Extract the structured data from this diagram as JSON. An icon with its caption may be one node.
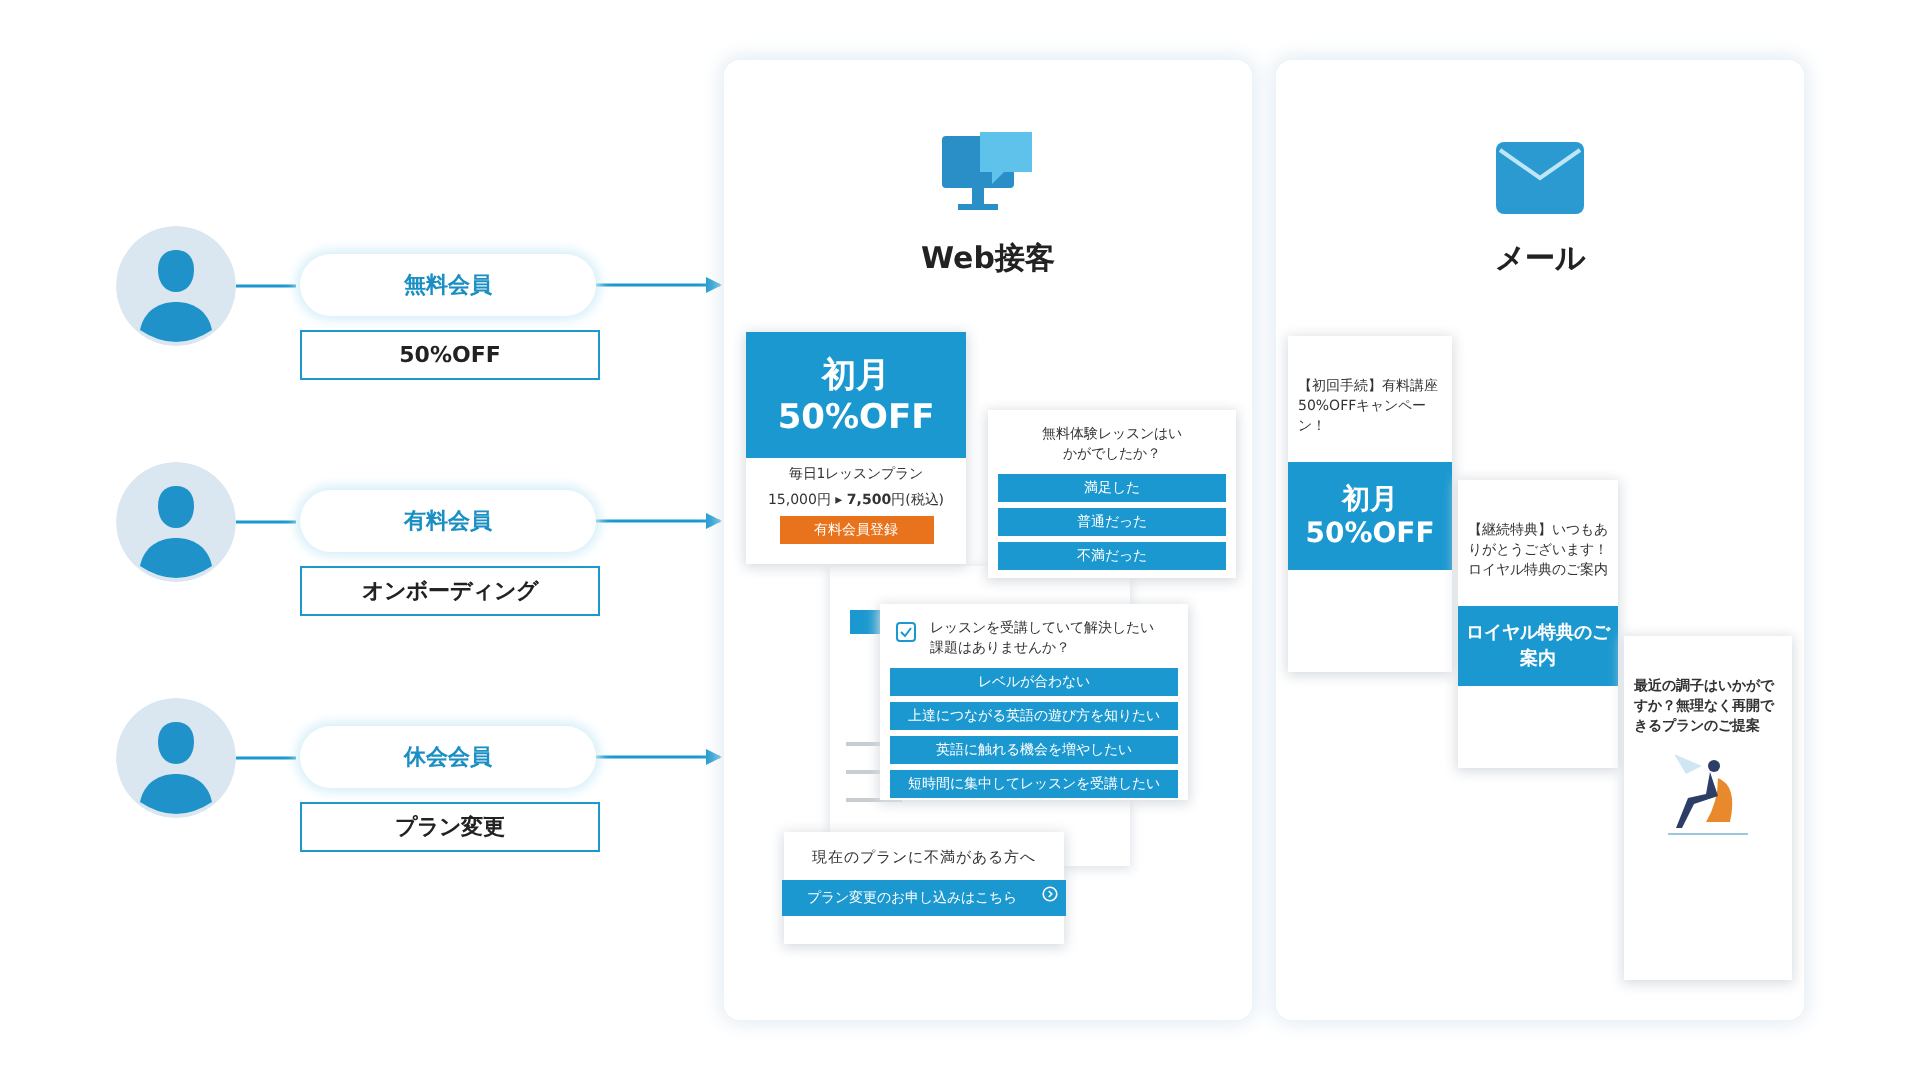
{
  "diagram": {
    "nodes": [
      {
        "text": [],
        "shape": "person"
      },
      {
        "text": [
          "無料会員"
        ]
      },
      {
        "text": [
          "50%OFF"
        ]
      },
      {
        "text": [],
        "shape": "person"
      },
      {
        "text": [
          "有料会員"
        ]
      },
      {
        "text": [
          "オンボーディング"
        ]
      },
      {
        "text": [],
        "shape": "person"
      },
      {
        "text": [
          "休会会員"
        ]
      },
      {
        "text": [
          "プラン変更"
        ]
      },
      {
        "text": [
          "Web接客"
        ]
      },
      {
        "text": [
          "初月50%OFF",
          "毎日1レッスンプラン",
          "15,000円 ▸ **7,500**円(税込)"
        ],
        "in": 9
      },
      {
        "text": [
          "有料会員登録"
        ],
        "in": 10
      },
      {
        "text": [
          "無料体験レッスンはいかがでしたか？"
        ],
        "in": 9
      },
      {
        "text": [
          "満足した"
        ],
        "in": 12
      },
      {
        "text": [
          "普通だった"
        ],
        "in": 12
      },
      {
        "text": [
          "不満だった"
        ],
        "in": 12
      },
      {
        "text": [
          "レッスンを受講していて解決したい課題はありませんか？"
        ],
        "in": 9
      },
      {
        "text": [
          "レベルが合わない"
        ],
        "in": 16
      },
      {
        "text": [
          "上達につながる英語の遊び方を知りたい"
        ],
        "in": 16
      },
      {
        "text": [
          "英語に触れる機会を増やしたい"
        ],
        "in": 16
      },
      {
        "text": [
          "短時間に集中してレッスンを受講したい"
        ],
        "in": 16
      },
      {
        "text": [
          "現在のプランに不満がある方へ"
        ],
        "in": 9
      },
      {
        "text": [
          "プラン変更のお申し込みはこちら"
        ],
        "in": 21
      },
      {
        "text": [
          "メール"
        ]
      },
      {
        "text": [
          "【初回手続】有料講座50%OFFキャンペーン！",
          "初月50%OFF"
        ],
        "in": 23
      },
      {
        "text": [
          "【継続特典】いつもありがとうございます！ロイヤル特典のご案内",
          "ロイヤル特典のご案内"
        ],
        "in": 23
      },
      {
        "text": [
          "最近の調子はいかがですか？無理なく再開できるプランのご提案"
        ],
        "in": 23
      }
    ],
    "edges": [
      {
        "from": 0,
        "to": 1,
        "arrow": "none"
      },
      {
        "from": 1,
        "to": 9,
        "arrow": "to"
      },
      {
        "from": 3,
        "to": 4,
        "arrow": "none"
      },
      {
        "from": 4,
        "to": 9,
        "arrow": "to"
      },
      {
        "from": 6,
        "to": 7,
        "arrow": "none"
      },
      {
        "from": 7,
        "to": 9,
        "arrow": "to"
      }
    ]
  }
}
